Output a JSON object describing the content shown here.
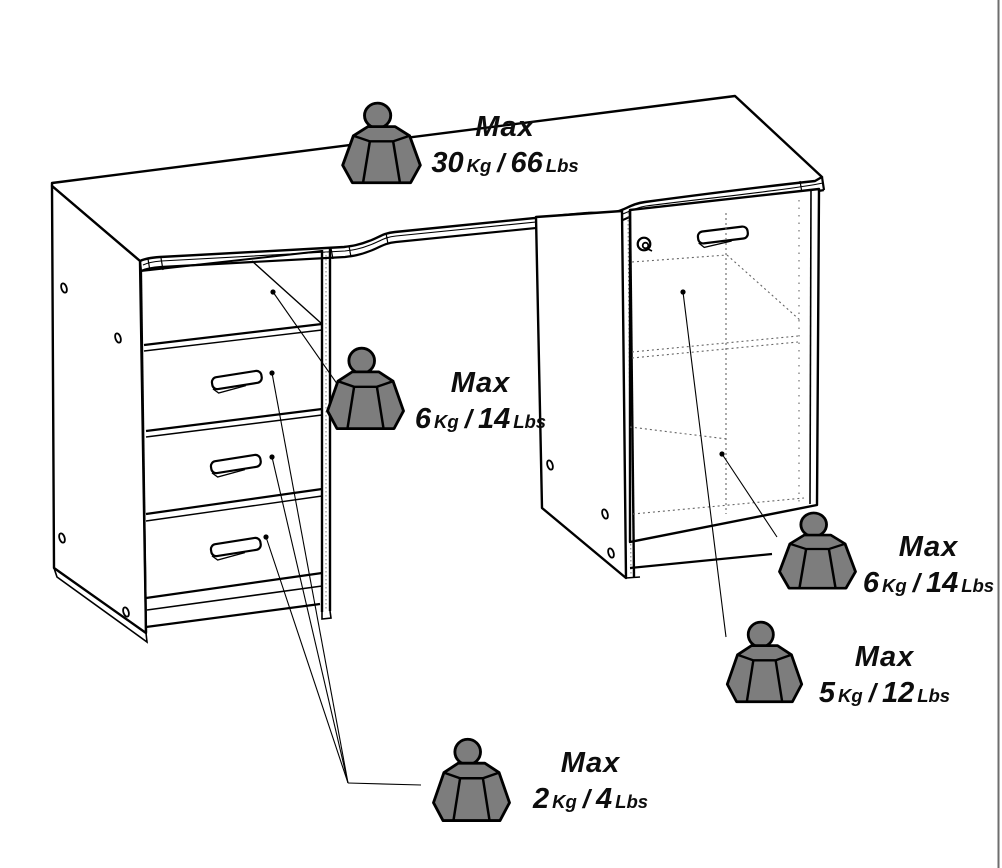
{
  "page": {
    "background_color": "#ffffff",
    "right_border_color": "#6e6e6e"
  },
  "diagram": {
    "type": "furniture-max-load-instruction",
    "line_color": "#000000",
    "weight_icon_fill": "#7d7d7d",
    "icons": {
      "weight": "weight-icon"
    },
    "labels": [
      {
        "location": "desk-top",
        "max": "Max",
        "kg_value": "30",
        "kg_unit": "Kg",
        "separator": "/",
        "lbs_value": "66",
        "lbs_unit": "Lbs"
      },
      {
        "location": "left-pedestal-shelf",
        "max": "Max",
        "kg_value": "6",
        "kg_unit": "Kg",
        "separator": "/",
        "lbs_value": "14",
        "lbs_unit": "Lbs"
      },
      {
        "location": "right-cabinet-shelf",
        "max": "Max",
        "kg_value": "6",
        "kg_unit": "Kg",
        "separator": "/",
        "lbs_value": "14",
        "lbs_unit": "Lbs"
      },
      {
        "location": "right-cabinet-bottom",
        "max": "Max",
        "kg_value": "5",
        "kg_unit": "Kg",
        "separator": "/",
        "lbs_value": "12",
        "lbs_unit": "Lbs"
      },
      {
        "location": "drawers",
        "max": "Max",
        "kg_value": "2",
        "kg_unit": "Kg",
        "separator": "/",
        "lbs_value": "4",
        "lbs_unit": "Lbs"
      }
    ]
  }
}
